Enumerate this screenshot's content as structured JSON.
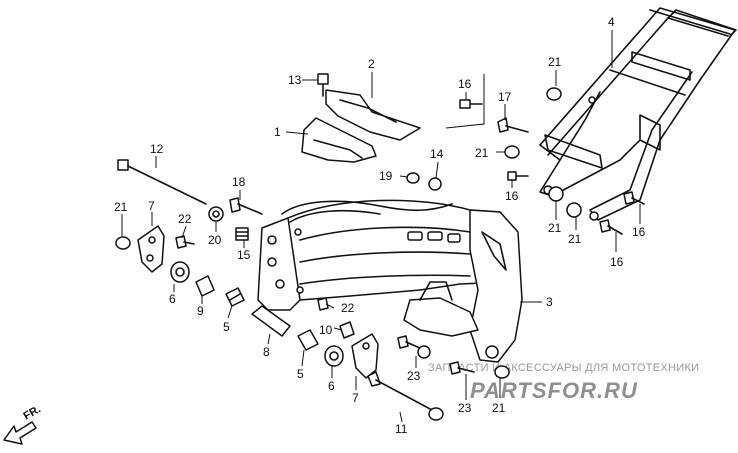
{
  "callouts": [
    {
      "id": "c1",
      "text": "1"
    },
    {
      "id": "c2",
      "text": "2"
    },
    {
      "id": "c3",
      "text": "3"
    },
    {
      "id": "c4",
      "text": "4"
    },
    {
      "id": "c5a",
      "text": "5"
    },
    {
      "id": "c5b",
      "text": "5"
    },
    {
      "id": "c6a",
      "text": "6"
    },
    {
      "id": "c6b",
      "text": "6"
    },
    {
      "id": "c7a",
      "text": "7"
    },
    {
      "id": "c7b",
      "text": "7"
    },
    {
      "id": "c8",
      "text": "8"
    },
    {
      "id": "c9",
      "text": "9"
    },
    {
      "id": "c10",
      "text": "10"
    },
    {
      "id": "c11",
      "text": "11"
    },
    {
      "id": "c12",
      "text": "12"
    },
    {
      "id": "c13",
      "text": "13"
    },
    {
      "id": "c14",
      "text": "14"
    },
    {
      "id": "c15",
      "text": "15"
    },
    {
      "id": "c16a",
      "text": "16"
    },
    {
      "id": "c16b",
      "text": "16"
    },
    {
      "id": "c16c",
      "text": "16"
    },
    {
      "id": "c16d",
      "text": "16"
    },
    {
      "id": "c17",
      "text": "17"
    },
    {
      "id": "c18",
      "text": "18"
    },
    {
      "id": "c19",
      "text": "19"
    },
    {
      "id": "c20",
      "text": "20"
    },
    {
      "id": "c21a",
      "text": "21"
    },
    {
      "id": "c21b",
      "text": "21"
    },
    {
      "id": "c21c",
      "text": "21"
    },
    {
      "id": "c21d",
      "text": "21"
    },
    {
      "id": "c21e",
      "text": "21"
    },
    {
      "id": "c21f",
      "text": "21"
    },
    {
      "id": "c22a",
      "text": "22"
    },
    {
      "id": "c22b",
      "text": "22"
    },
    {
      "id": "c23a",
      "text": "23"
    },
    {
      "id": "c23b",
      "text": "23"
    }
  ],
  "direction_label": "FR.",
  "watermark": {
    "caption": "ЗАПЧАСТИ И АКСЕССУАРЫ ДЛЯ МОТОТЕХНИКИ",
    "logo": "PARTSFOR.RU"
  }
}
